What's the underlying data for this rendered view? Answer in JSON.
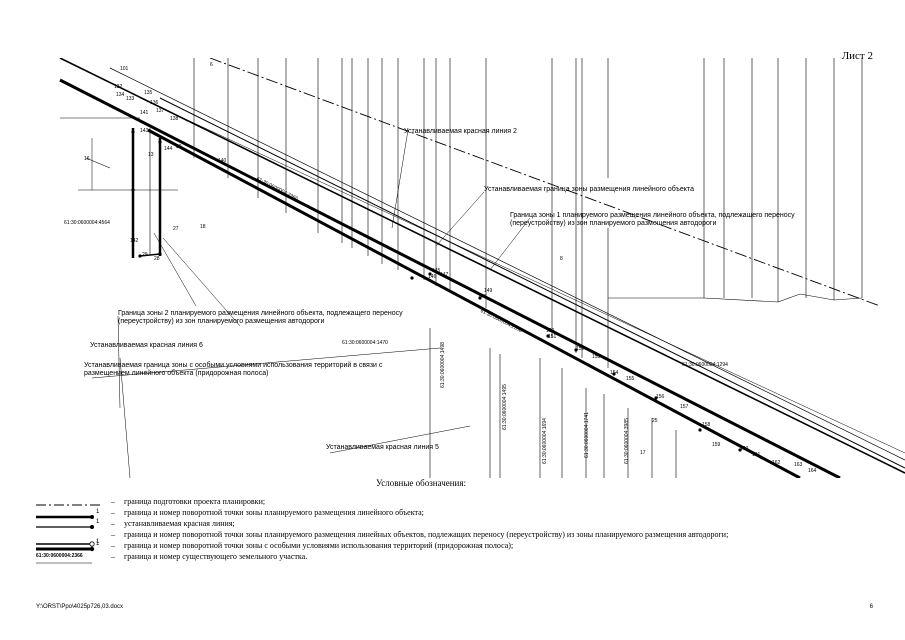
{
  "sheet_no": "Лист 2",
  "labels": {
    "red_line_2": "Устанавливаемая красная линия 2",
    "zone_border": "Устанавливаемая граница зоны размещения линейного объекта",
    "zone1": "Граница зоны 1 планируемого размещения линейного объекта, подлежащего переносу (переустройству) из зон планируемого размещения автодороги",
    "zone2": "Граница зоны 2 планируемого размещения линейного объекта, подлежащего переносу (переустройству) из зон планируемого размещения автодороги",
    "red_line_6": "Устанавливаемая красная линия 6",
    "special_zone": "Устанавливаемая граница зоны с особыми условиями использования территорий в связи с размещением линейного объекта (придорожная полоса)",
    "red_line_5": "Устанавливаемая красная линия 5"
  },
  "parcels": [
    "61:30:0600004:2366",
    "61:30:0600004:4564",
    "61:30:0600004:1470",
    "61:30:0600004:1498",
    "61:30:0600004:2358",
    "61:30:0600004:1495",
    "61:30:0600004:1694",
    "61:30:0600004:1741",
    "61:30:0600004:3985",
    "61:30:0600004:1294"
  ],
  "point_numbers": [
    "6",
    "8",
    "13",
    "16",
    "18",
    "17",
    "25",
    "27",
    "28",
    "29",
    "30",
    "101",
    "132",
    "133",
    "134",
    "135",
    "136",
    "137",
    "138",
    "140",
    "141",
    "142",
    "143",
    "144",
    "145",
    "146",
    "147",
    "148",
    "149",
    "150",
    "151",
    "152",
    "153",
    "154",
    "155",
    "156",
    "157",
    "158",
    "159",
    "160",
    "161",
    "162",
    "163",
    "164"
  ],
  "legend": {
    "title": "Условные обозначения:",
    "dash": "–",
    "items": [
      "граница подготовки проекта планировки;",
      "граница и номер поворотной точки зоны планируемого размещения линейного объекта;",
      "устанавливаемая красная линия;",
      "граница и номер поворотной точки зоны планируемого размещения линейных объектов, подлежащих переносу (переустройству) из зоны планируемого размещения автодороги;",
      "граница и номер поворотной точки зоны с особыми условиями использования территорий (придорожная полоса);",
      "граница и номер существующего земельного участка."
    ],
    "sym_point": "1",
    "sym_parcel": "61:30:0600004:2366"
  },
  "footer": {
    "path": "Y:\\ORST\\Ppo\\4025p726,03.docx",
    "page": "6"
  }
}
